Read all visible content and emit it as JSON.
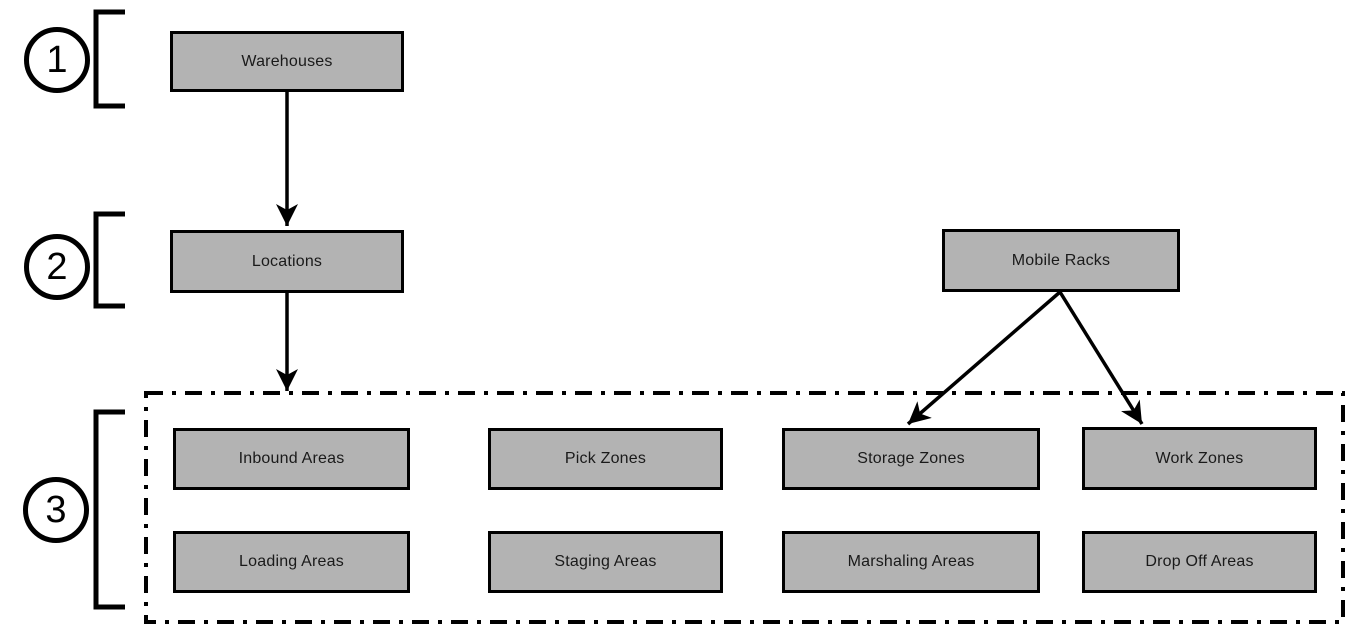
{
  "diagram": {
    "title_implicit": "Warehouse structure hierarchy",
    "levels": [
      {
        "number": "1"
      },
      {
        "number": "2"
      },
      {
        "number": "3"
      }
    ],
    "nodes": {
      "warehouses": "Warehouses",
      "locations": "Locations",
      "mobile_racks": "Mobile Racks",
      "inbound_areas": "Inbound Areas",
      "pick_zones": "Pick Zones",
      "storage_zones": "Storage Zones",
      "work_zones": "Work Zones",
      "loading_areas": "Loading Areas",
      "staging_areas": "Staging Areas",
      "marshaling_areas": "Marshaling Areas",
      "drop_off_areas": "Drop Off Areas"
    },
    "edges": [
      {
        "from": "Warehouses",
        "to": "Locations"
      },
      {
        "from": "Locations",
        "to": "Level 3 zones group"
      },
      {
        "from": "Mobile Racks",
        "to": "Storage Zones"
      },
      {
        "from": "Mobile Racks",
        "to": "Work Zones"
      }
    ],
    "colors": {
      "box_fill": "#b3b3b3",
      "box_border": "#000000",
      "line": "#000000",
      "background": "#ffffff"
    }
  }
}
